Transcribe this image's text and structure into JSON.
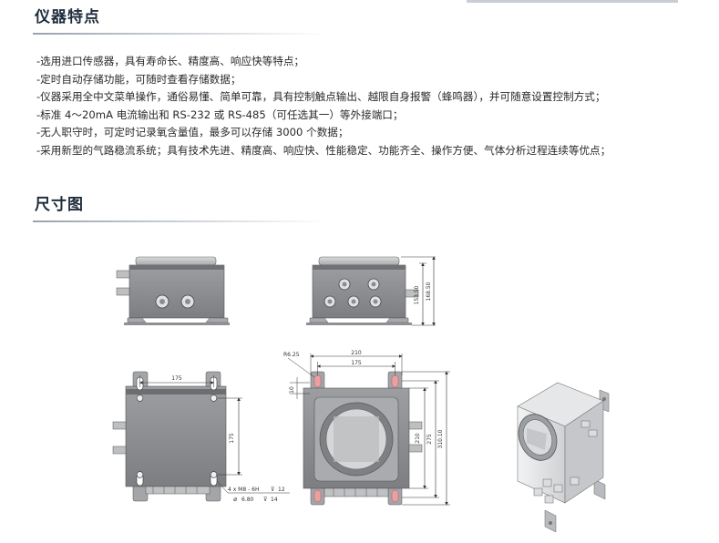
{
  "sections": {
    "features_title": "仪器特点",
    "dimensions_title": "尺寸图"
  },
  "features": [
    "-选用进口传感器，具有寿命长、精度高、响应快等特点；",
    "-定时自动存储功能，可随时查看存储数据；",
    "-仪器采用全中文菜单操作，通俗易懂、简单可靠，具有控制触点输出、越限自身报警（蜂鸣器），并可随意设置控制方式；",
    "-标准 4～20mA 电流输出和 RS-232 或 RS-485（可任选其一）等外接端口；",
    "-无人职守时，可定时记录氧含量值，最多可以存储 3000 个数据；",
    "-采用新型的气路稳流系统；具有技术先进、精度高、响应快、性能稳定、功能齐全、操作方便、气体分析过程连续等优点；"
  ],
  "drawing": {
    "dims": {
      "height_1": "153.50",
      "height_2": "168.50",
      "r_label": "R6.25",
      "width_210": "210",
      "width_175": "175",
      "small_10": "10",
      "side_175": "175",
      "h_210": "210",
      "h_275": "275",
      "h_310": "310.10",
      "bottom_175": "175",
      "hole_note_1": "4 x  M8 - 6H",
      "hole_depth_1": "12",
      "hole_note_2": "6.80",
      "hole_depth_2": "14"
    },
    "colors": {
      "body": "#8d8f92",
      "lid": "#c9cbcd",
      "bracket": "#9a9c9f",
      "pink": "#e8a1a3",
      "dim_line": "#333333"
    }
  }
}
